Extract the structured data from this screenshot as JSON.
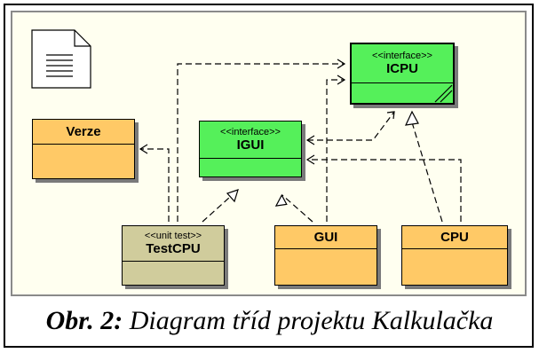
{
  "diagram": {
    "classes": {
      "verze": {
        "name": "Verze"
      },
      "igui": {
        "stereotype": "<<interface>>",
        "name": "IGUI"
      },
      "icpu": {
        "stereotype": "<<interface>>",
        "name": "ICPU"
      },
      "testcpu": {
        "stereotype": "<<unit test>>",
        "name": "TestCPU"
      },
      "gui": {
        "name": "GUI"
      },
      "cpu": {
        "name": "CPU"
      }
    }
  },
  "caption": {
    "label": "Obr. 2:",
    "text": " Diagram tříd projektu Kalkulačka"
  }
}
